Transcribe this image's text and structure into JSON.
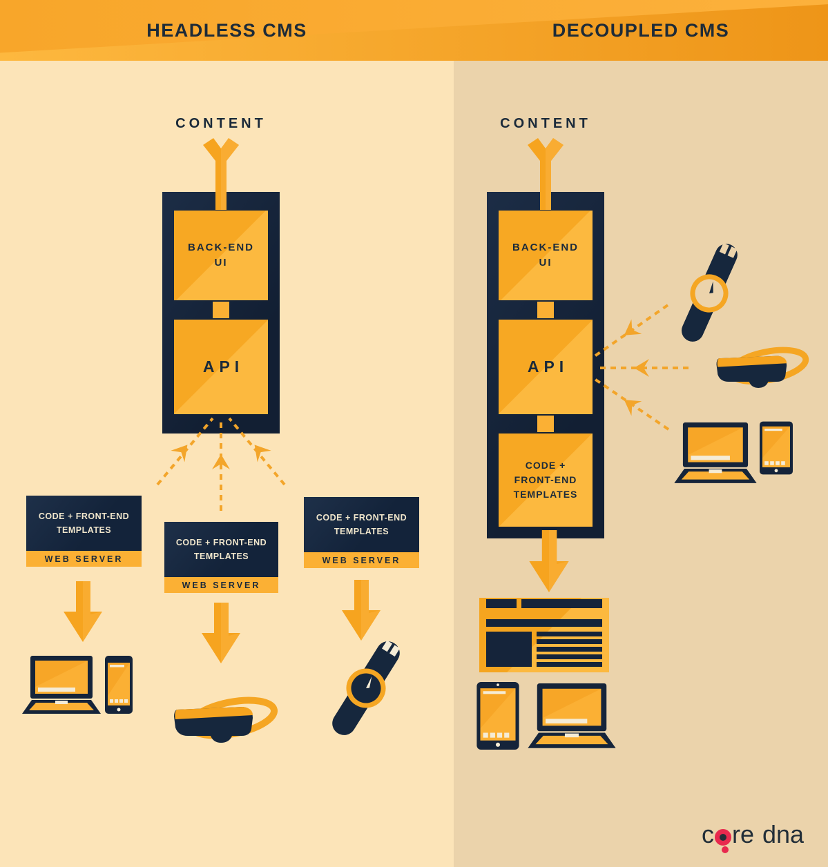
{
  "header": {
    "left_title": "HEADLESS CMS",
    "right_title": "DECOUPLED CMS"
  },
  "headless": {
    "content_label": "CONTENT",
    "stack": {
      "backend_ui": "BACK-END UI",
      "api": "API"
    },
    "web_servers": [
      {
        "templates": "CODE + FRONT-END TEMPLATES",
        "server": "WEB SERVER"
      },
      {
        "templates": "CODE + FRONT-END TEMPLATES",
        "server": "WEB SERVER"
      },
      {
        "templates": "CODE + FRONT-END TEMPLATES",
        "server": "WEB SERVER"
      }
    ],
    "devices": [
      "laptop",
      "smartphone",
      "vr-goggles",
      "smartwatch"
    ]
  },
  "decoupled": {
    "content_label": "CONTENT",
    "stack": {
      "backend_ui": "BACK-END UI",
      "api": "API",
      "templates": "CODE + FRONT-END TEMPLATES"
    },
    "api_devices": [
      "smartwatch",
      "vr-goggles",
      "laptop",
      "tablet"
    ],
    "output_devices": [
      "website",
      "tablet",
      "laptop"
    ]
  },
  "logo": {
    "c": "c",
    "re": "re",
    "dna": "dna"
  },
  "colors": {
    "banner_light": "#fdb83f",
    "banner_dark": "#ee9518",
    "left_bg": "#fce4b8",
    "right_bg": "#ebd3ab",
    "navy": "#15243a",
    "yellow": "#fbb034",
    "arrow_yellow": "#f3a52a",
    "cream_text": "#f0e6cc",
    "navy_text": "#1b2a3a",
    "logo_red": "#e8294e"
  }
}
